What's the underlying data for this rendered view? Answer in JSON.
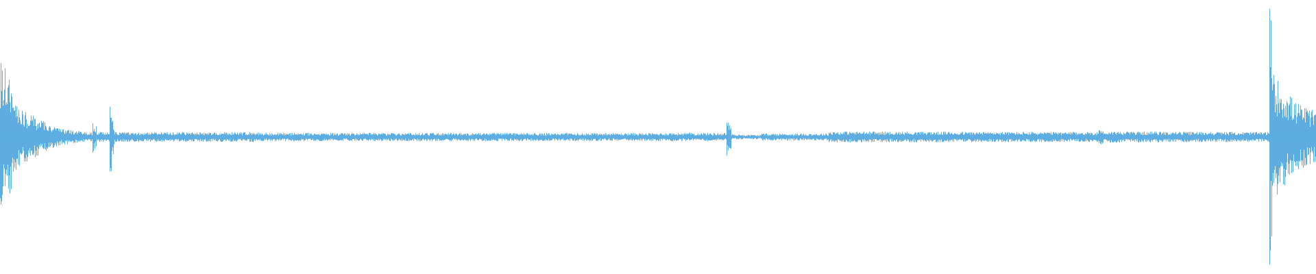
{
  "waveform": {
    "color": "#5DADE2",
    "background": "#FFFFFF",
    "segments": [
      {
        "start": 0.0,
        "end": 0.004,
        "amp_start": 0.55,
        "amp_end": 0.5
      },
      {
        "start": 0.004,
        "end": 0.015,
        "amp_start": 0.5,
        "amp_end": 0.2
      },
      {
        "start": 0.015,
        "end": 0.045,
        "amp_start": 0.2,
        "amp_end": 0.06
      },
      {
        "start": 0.045,
        "end": 0.07,
        "amp_start": 0.06,
        "amp_end": 0.03
      },
      {
        "start": 0.07,
        "end": 0.073,
        "amp_start": 0.12,
        "amp_end": 0.08
      },
      {
        "start": 0.073,
        "end": 0.083,
        "amp_start": 0.04,
        "amp_end": 0.03
      },
      {
        "start": 0.083,
        "end": 0.087,
        "amp_start": 0.33,
        "amp_end": 0.1
      },
      {
        "start": 0.087,
        "end": 0.2,
        "amp_start": 0.035,
        "amp_end": 0.035
      },
      {
        "start": 0.2,
        "end": 0.5,
        "amp_start": 0.03,
        "amp_end": 0.028
      },
      {
        "start": 0.5,
        "end": 0.552,
        "amp_start": 0.03,
        "amp_end": 0.03
      },
      {
        "start": 0.552,
        "end": 0.556,
        "amp_start": 0.14,
        "amp_end": 0.08
      },
      {
        "start": 0.556,
        "end": 0.578,
        "amp_start": 0.02,
        "amp_end": 0.015
      },
      {
        "start": 0.578,
        "end": 0.63,
        "amp_start": 0.025,
        "amp_end": 0.025
      },
      {
        "start": 0.63,
        "end": 0.835,
        "amp_start": 0.04,
        "amp_end": 0.035
      },
      {
        "start": 0.835,
        "end": 0.838,
        "amp_start": 0.07,
        "amp_end": 0.05
      },
      {
        "start": 0.838,
        "end": 0.965,
        "amp_start": 0.04,
        "amp_end": 0.035
      },
      {
        "start": 0.965,
        "end": 0.968,
        "amp_start": 1.0,
        "amp_end": 0.6
      },
      {
        "start": 0.968,
        "end": 0.985,
        "amp_start": 0.45,
        "amp_end": 0.25
      },
      {
        "start": 0.985,
        "end": 1.0,
        "amp_start": 0.25,
        "amp_end": 0.18
      }
    ]
  }
}
